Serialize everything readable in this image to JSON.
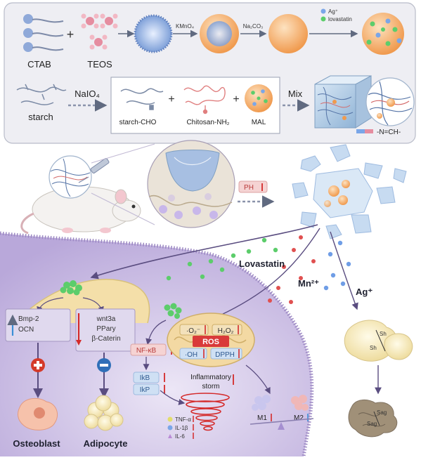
{
  "synthesis": {
    "row1": {
      "ctab": "CTAB",
      "plus": "+",
      "teos": "TEOS",
      "kmno4": "KMnO₄",
      "na2co3": "Na₂CO₃",
      "legend_ag": "Ag⁺",
      "legend_lov": "lovastatin"
    },
    "row2": {
      "starch": "starch",
      "naio4": "NaIO₄",
      "starch_cho": "starch-CHO",
      "plus1": "+",
      "chitosan": "Chitosan-NH₂",
      "plus2": "+",
      "mal": "MAL",
      "mix": "Mix",
      "bond": "-N=CH-"
    }
  },
  "mechanism": {
    "ph": "PH",
    "lovastatin": "Lovastatin",
    "mn": "Mn²⁺",
    "ag": "Ag⁺",
    "bmp2": "Bmp-2",
    "ocn": "OCN",
    "wnt3a": "wnt3a",
    "ppary": "PPary",
    "bcatenin": "β-Caterin",
    "osteoblast": "Osteoblast",
    "adipocyte": "Adipocyte",
    "nfkb": "NF-κB",
    "ikb": "IkB",
    "ikp": "IkP",
    "o2": "·O₂⁻",
    "h2o2": "H₂O₂",
    "ros": "ROS",
    "oh": "·OH",
    "dpph": "DPPH",
    "storm_line1": "Inflammatory",
    "storm_line2": "storm",
    "m1": "M1",
    "m2": "M2",
    "tnf": "TNF-α",
    "il1b": "IL-1β",
    "il6": "IL-6",
    "sh1": "Sh",
    "sh2": "Sh",
    "sag1": "Sag",
    "sag2": "Sag"
  },
  "colors": {
    "panel_bg": "#eeeef3",
    "cell_bg": "#d9d0ea",
    "cell_edge": "#9b87c2",
    "mn_orange": "#f2a65a",
    "green_drug": "#5ccd6b",
    "red_down": "#d42a2a",
    "blue_up": "#3b8fd6"
  }
}
